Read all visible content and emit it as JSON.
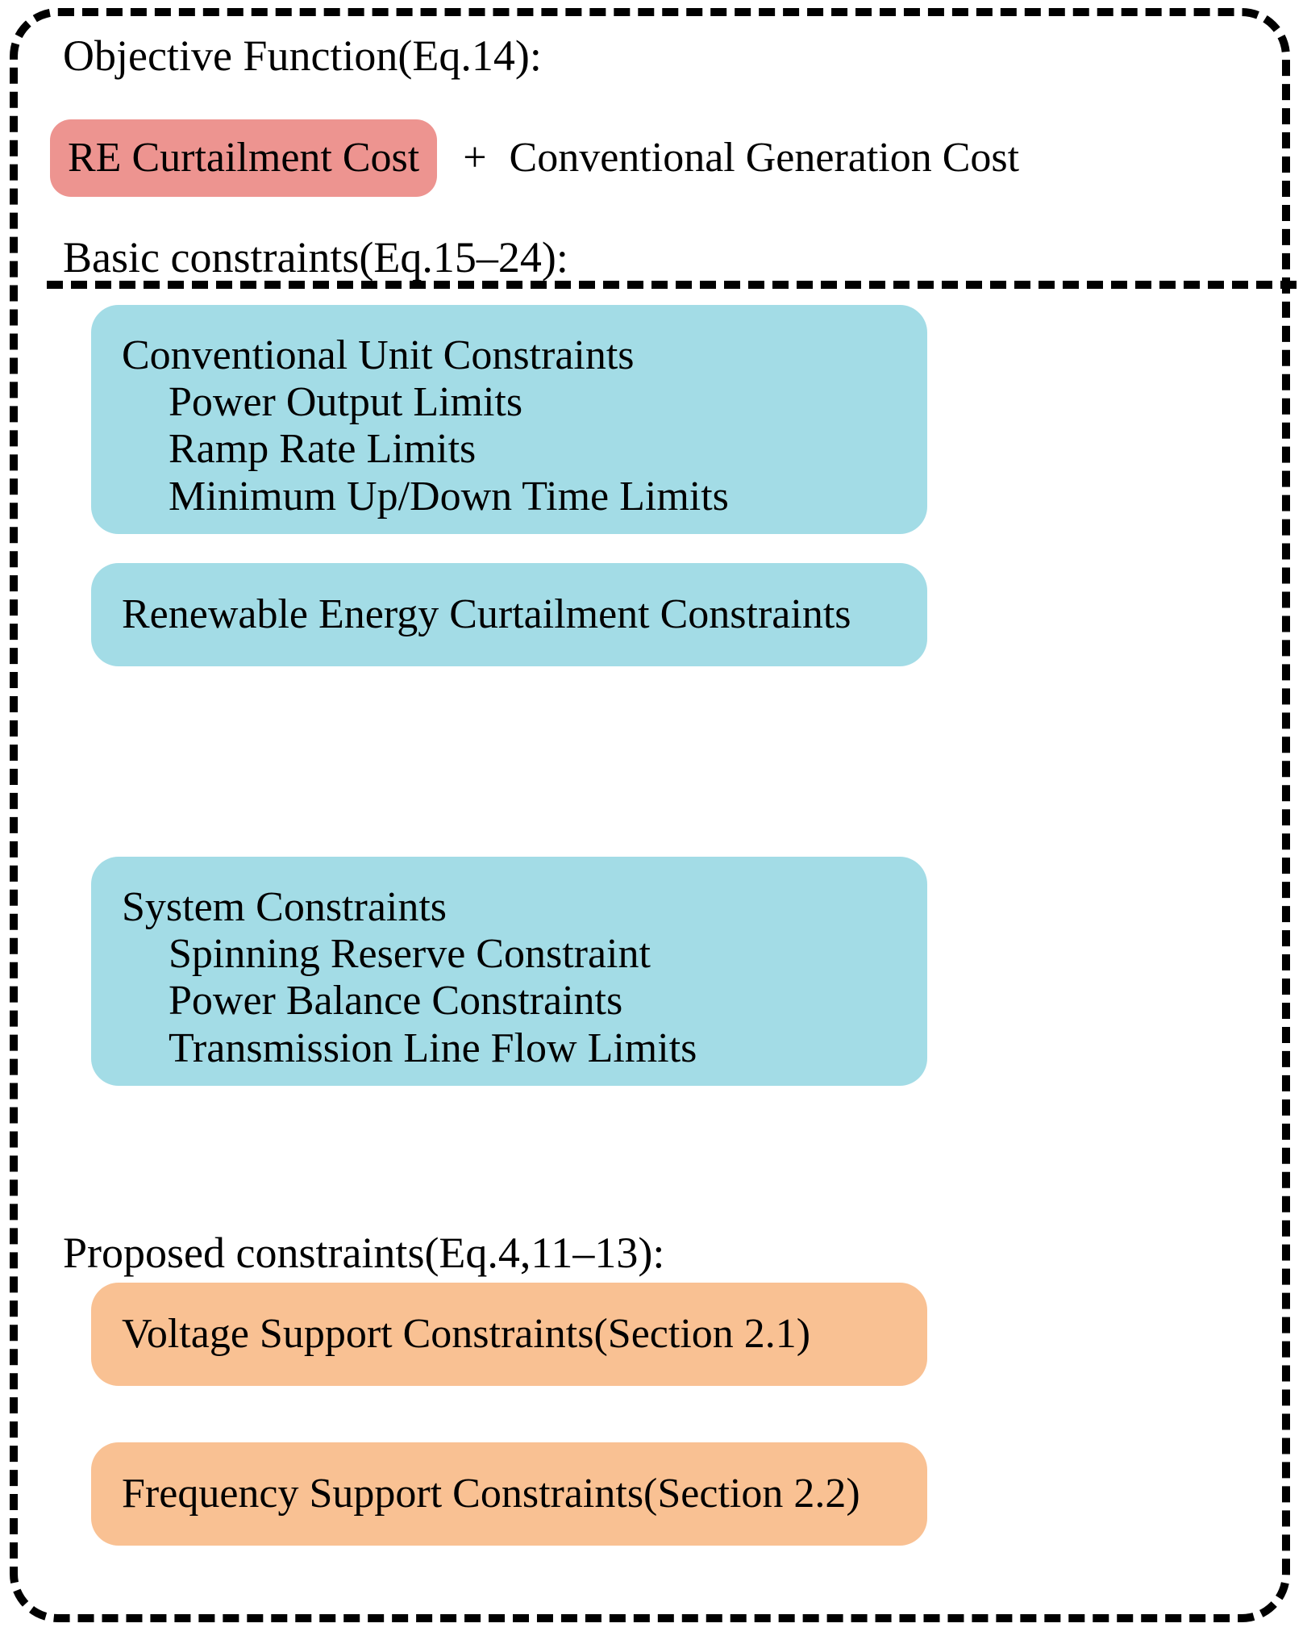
{
  "frame": {
    "style": "dashed-rounded-rectangle",
    "divider": "dashed-horizontal-line"
  },
  "colors": {
    "re_curtailment_pill": "#ED9490",
    "basic_constraint_card": "#A3DCE6",
    "proposed_constraint_card": "#F9C193",
    "text": "#000000",
    "background": "#FFFFFF",
    "frame_stroke": "#000000"
  },
  "objective": {
    "heading": "Objective Function(Eq.14):",
    "terms": {
      "highlighted": "RE Curtailment Cost",
      "operator": "+",
      "second": "Conventional Generation Cost"
    }
  },
  "basic": {
    "heading": "Basic constraints(Eq.15–24):",
    "cards": [
      {
        "title": "Conventional Unit Constraints",
        "items": [
          "Power Output Limits",
          "Ramp Rate Limits",
          "Minimum Up/Down Time Limits"
        ]
      },
      {
        "title": "Renewable Energy Curtailment Constraints",
        "items": []
      },
      {
        "title": "System Constraints",
        "items": [
          "Spinning Reserve Constraint",
          "Power Balance Constraints",
          "Transmission Line Flow Limits"
        ]
      }
    ]
  },
  "proposed": {
    "heading": "Proposed constraints(Eq.4,11–13):",
    "cards": [
      {
        "title": "Voltage Support Constraints(Section 2.1)",
        "items": []
      },
      {
        "title": "Frequency Support Constraints(Section 2.2)",
        "items": []
      }
    ]
  }
}
